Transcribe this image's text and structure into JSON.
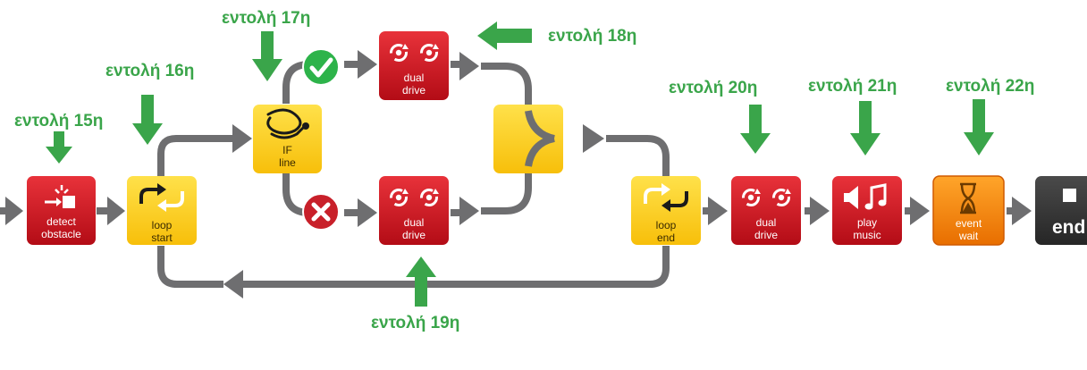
{
  "blocks": {
    "detect_obstacle": {
      "line1": "detect",
      "line2": "obstacle"
    },
    "loop_start": {
      "line1": "loop",
      "line2": "start"
    },
    "if_line": {
      "line1": "IF",
      "line2": "line"
    },
    "dual_drive_true": {
      "line1": "dual",
      "line2": "drive"
    },
    "dual_drive_false": {
      "line1": "dual",
      "line2": "drive"
    },
    "loop_end": {
      "line1": "loop",
      "line2": "end"
    },
    "dual_drive_after": {
      "line1": "dual",
      "line2": "drive"
    },
    "play_music": {
      "line1": "play",
      "line2": "music"
    },
    "event_wait": {
      "line1": "event",
      "line2": "wait"
    },
    "end": {
      "label": "end"
    }
  },
  "commands": {
    "c15": "εντολή 15η",
    "c16": "εντολή 16η",
    "c17": "εντολή 17η",
    "c18": "εντολή 18η",
    "c19": "εντολή 19η",
    "c20": "εντολή 20η",
    "c21": "εντολή 21η",
    "c22": "εντολή 22η"
  },
  "colors": {
    "red_block": "#d0141e",
    "yellow_block": "#ffd21e",
    "orange_block": "#f5820a",
    "dark_block": "#333333",
    "connector": "#6e6e70",
    "green": "#3aa54a",
    "true_badge": "#2db34a",
    "false_badge": "#c8202a"
  }
}
